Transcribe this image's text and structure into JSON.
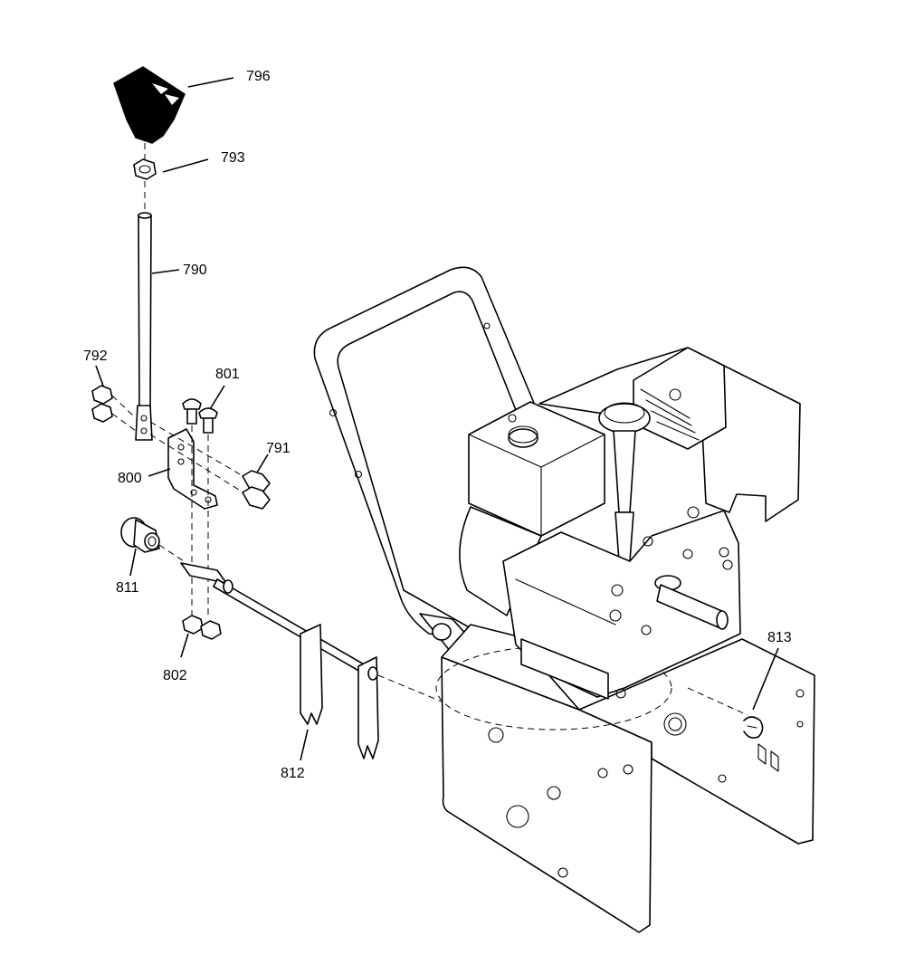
{
  "diagram": {
    "labels": {
      "p796": "796",
      "p793": "793",
      "p790": "790",
      "p792": "792",
      "p801": "801",
      "p791": "791",
      "p800": "800",
      "p811": "811",
      "p802": "802",
      "p812": "812",
      "p813": "813"
    }
  }
}
